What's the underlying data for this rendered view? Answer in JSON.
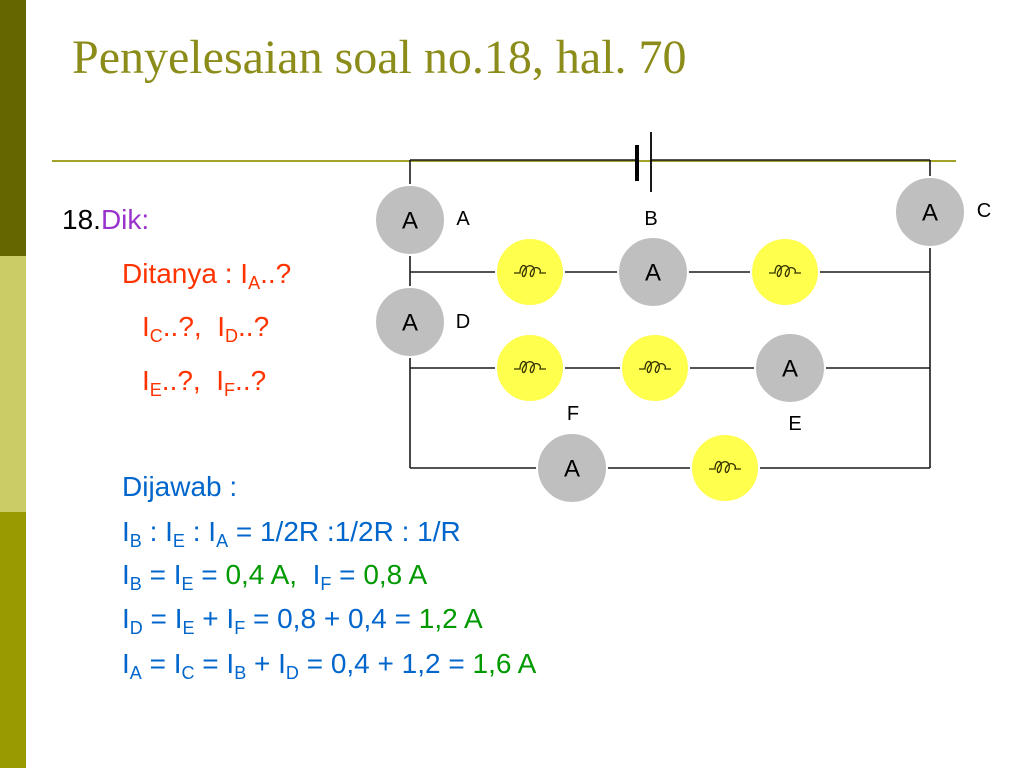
{
  "slide": {
    "title": "Penyelesaian soal no.18, hal. 70"
  },
  "problem": {
    "number": "18.",
    "dik": "Dik:",
    "ditanya_prefix": "Ditanya : I",
    "ditanya_sub": "A",
    "ditanya_suffix": "..?",
    "q2": [
      {
        "i": "I",
        "sub": "C",
        "rest": "..?,  "
      },
      {
        "i": "I",
        "sub": "D",
        "rest": "..?"
      }
    ],
    "q3": [
      {
        "i": "I",
        "sub": "E",
        "rest": "..?,  "
      },
      {
        "i": "I",
        "sub": "F",
        "rest": "..?"
      }
    ]
  },
  "answer": {
    "dijawab": "Dijawab :",
    "line1": {
      "parts": [
        {
          "t": "I",
          "s": "B"
        },
        {
          "t": " : I",
          "s": "E"
        },
        {
          "t": " : I",
          "s": "A"
        },
        {
          "t": " = 1/2R :1/2R : 1/R",
          "s": ""
        }
      ]
    },
    "line2": {
      "parts": [
        {
          "t": "I",
          "s": "B",
          "c": "blu"
        },
        {
          "t": " = I",
          "s": "E",
          "c": "blu"
        },
        {
          "t": " = ",
          "s": "",
          "c": "blu"
        },
        {
          "t": "0,4 A,  ",
          "s": "",
          "c": "grn"
        },
        {
          "t": "I",
          "s": "F",
          "c": "blu"
        },
        {
          "t": " = ",
          "s": "",
          "c": "blu"
        },
        {
          "t": "0,8 A",
          "s": "",
          "c": "grn"
        }
      ]
    },
    "line3": {
      "parts": [
        {
          "t": "I",
          "s": "D",
          "c": "blu"
        },
        {
          "t": " = I",
          "s": "E",
          "c": "blu"
        },
        {
          "t": " + I",
          "s": "F",
          "c": "blu"
        },
        {
          "t": " = 0,8 + 0,4 = ",
          "s": "",
          "c": "blu"
        },
        {
          "t": "1,2 A",
          "s": "",
          "c": "grn"
        }
      ]
    },
    "line4": {
      "parts": [
        {
          "t": "I",
          "s": "A",
          "c": "blu"
        },
        {
          "t": " = I",
          "s": "C",
          "c": "blu"
        },
        {
          "t": " = I",
          "s": "B",
          "c": "blu"
        },
        {
          "t": " + I",
          "s": "D",
          "c": "blu"
        },
        {
          "t": " = 0,4 + 1,2 = ",
          "s": "",
          "c": "blu"
        },
        {
          "t": "1,6 A",
          "s": "",
          "c": "grn"
        }
      ]
    }
  },
  "circuit": {
    "meter_symbol": "A",
    "node_labels": [
      "A",
      "B",
      "C",
      "D",
      "E",
      "F"
    ]
  },
  "colors": {
    "bulb": "#ffff4d",
    "meter": "#bfbfbf",
    "title": "#8c8c1a"
  }
}
